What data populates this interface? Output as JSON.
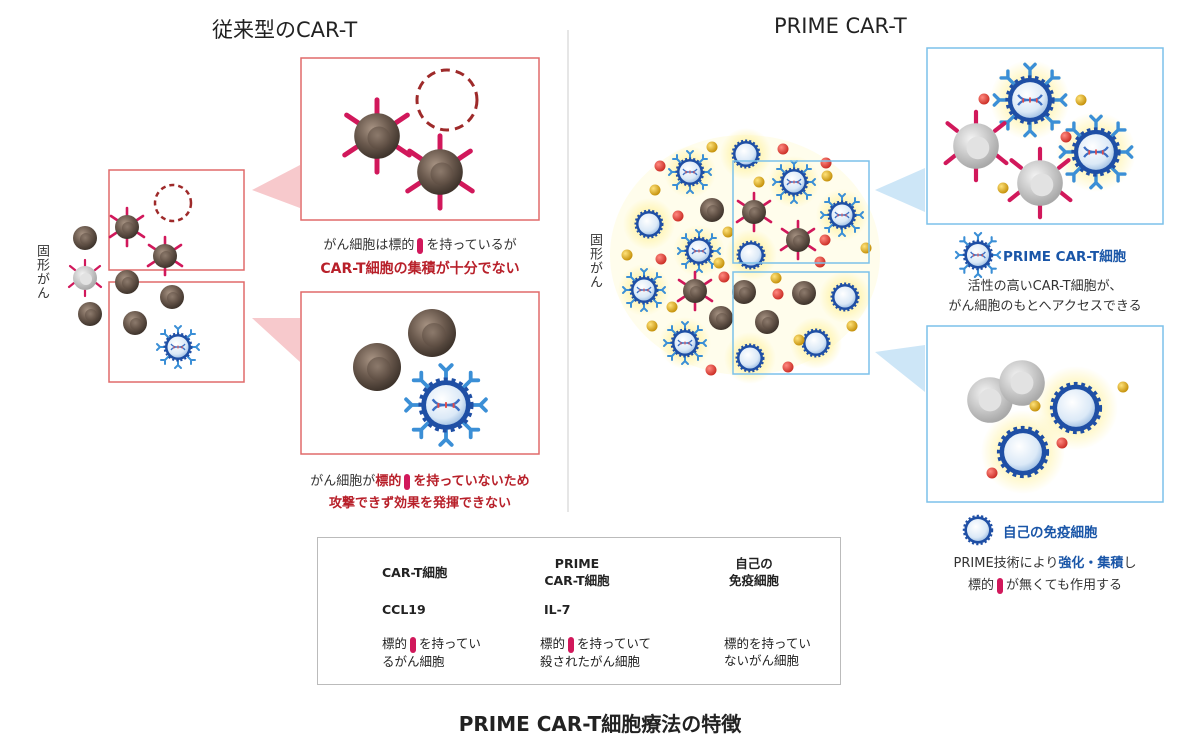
{
  "left": {
    "title": "従来型のCAR-T",
    "vertical_label": "固形がん",
    "caption1_line1_a": "がん細胞は標的",
    "caption1_line1_b": "を持っているが",
    "caption1_line2": "CAR-T細胞の集積が十分でない",
    "caption2_line1_a": "がん細胞が",
    "caption2_line1_red": "標的",
    "caption2_line1_b": "を持っていないため",
    "caption2_line2": "攻撃できず効果を発揮できない"
  },
  "right": {
    "title": "PRIME CAR-T",
    "vertical_label": "固形がん",
    "prime_label": "PRIME CAR-T細胞",
    "prime_desc1": "活性の高いCAR-T細胞が、",
    "prime_desc2": "がん細胞のもとへアクセスできる",
    "immune_label": "自己の免疫細胞",
    "immune_desc1_a": "PRIME技術により",
    "immune_desc1_blue": "強化・集積",
    "immune_desc1_b": "し",
    "immune_desc2_a": "標的",
    "immune_desc2_b": "が無くても作用する"
  },
  "legend": {
    "cart": "CAR-T細胞",
    "prime_l1": "PRIME",
    "prime_l2": "CAR-T細胞",
    "immune_l1": "自己の",
    "immune_l2": "免疫細胞",
    "ccl19": "CCL19",
    "il7": "IL-7",
    "target_l1_a": "標的",
    "target_l1_b": "を持ってい",
    "target_l2": "るがん細胞",
    "killed_l1_a": "標的",
    "killed_l1_b": "を持っていて",
    "killed_l2": "殺されたがん細胞",
    "none_l1": "標的を持ってい",
    "none_l2": "ないがん細胞"
  },
  "footer_title": "PRIME CAR-T細胞療法の特徴",
  "colors": {
    "cancer": "#6b5a4e",
    "target_mark": "#d1185b",
    "killed": "#c8c8c8",
    "immune_ring": "#1f4fa5",
    "ccl19": "#e0403a",
    "il7": "#d9a613",
    "red_frame": "#e06a6a",
    "blue_frame": "#7cc1ea"
  }
}
